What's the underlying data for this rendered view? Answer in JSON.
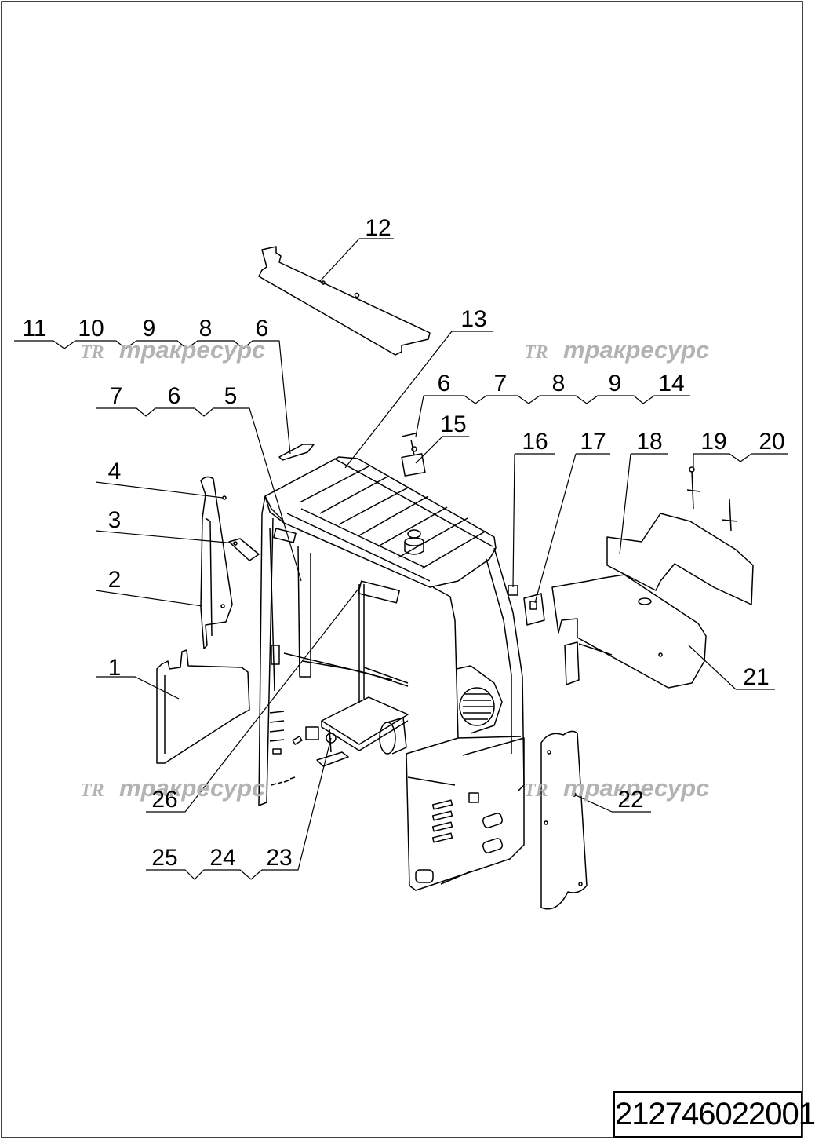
{
  "diagram": {
    "callouts": [
      {
        "label": "1"
      },
      {
        "label": "2"
      },
      {
        "label": "3"
      },
      {
        "label": "4"
      },
      {
        "label": "7"
      },
      {
        "label": "6"
      },
      {
        "label": "5"
      },
      {
        "label": "11"
      },
      {
        "label": "10"
      },
      {
        "label": "9"
      },
      {
        "label": "8"
      },
      {
        "label": "6"
      },
      {
        "label": "12"
      },
      {
        "label": "13"
      },
      {
        "label": "6"
      },
      {
        "label": "7"
      },
      {
        "label": "8"
      },
      {
        "label": "9"
      },
      {
        "label": "14"
      },
      {
        "label": "15"
      },
      {
        "label": "16"
      },
      {
        "label": "17"
      },
      {
        "label": "18"
      },
      {
        "label": "19"
      },
      {
        "label": "20"
      },
      {
        "label": "21"
      },
      {
        "label": "22"
      },
      {
        "label": "26"
      },
      {
        "label": "25"
      },
      {
        "label": "24"
      },
      {
        "label": "23"
      }
    ],
    "watermark": {
      "logo": "TR",
      "text": "тракресурс"
    }
  },
  "title_block": {
    "drawing_number": "212746022001"
  }
}
